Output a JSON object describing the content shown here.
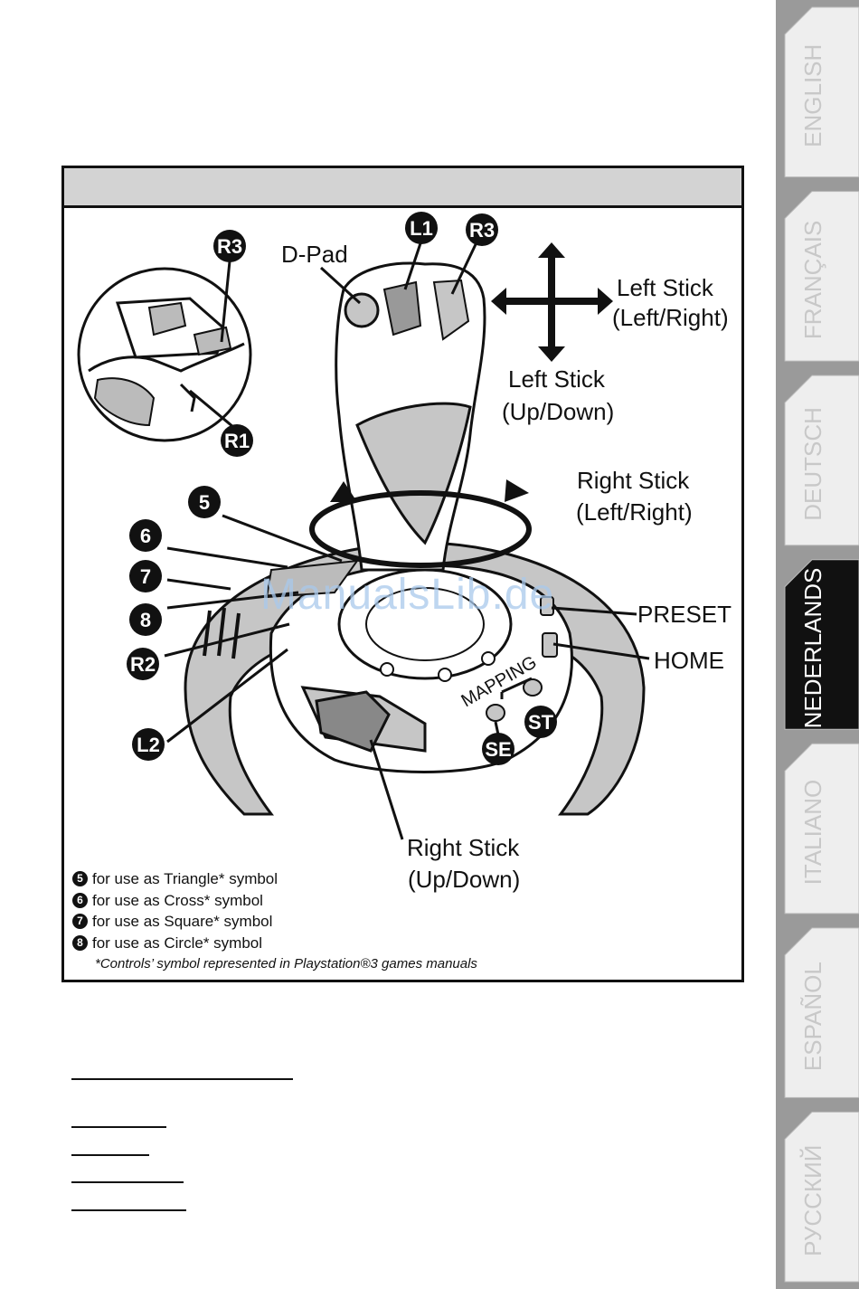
{
  "diagram": {
    "labels": {
      "dpad": "D-Pad",
      "left_stick_lr": [
        "Left Stick",
        "(Left/Right)"
      ],
      "left_stick_ud": [
        "Left Stick",
        "(Up/Down)"
      ],
      "right_stick_lr": [
        "Right Stick",
        "(Left/Right)"
      ],
      "right_stick_ud": [
        "Right Stick",
        "(Up/Down)"
      ],
      "preset": "PRESET",
      "home": "HOME",
      "mapping": "MAPPING"
    },
    "badges": {
      "r3_top": "R3",
      "l1": "L1",
      "r3_inset": "R3",
      "r1": "R1",
      "b5": "5",
      "b6": "6",
      "b7": "7",
      "b8": "8",
      "r2": "R2",
      "l2": "L2",
      "st": "ST",
      "se": "SE"
    }
  },
  "footnotes": [
    {
      "num": "5",
      "text": "for use as Triangle* symbol"
    },
    {
      "num": "6",
      "text": "for use as Cross* symbol"
    },
    {
      "num": "7",
      "text": "for use as Square* symbol"
    },
    {
      "num": "8",
      "text": "for use as Circle* symbol"
    }
  ],
  "footnote_note": "*Controls’ symbol represented in Playstation®3 games manuals",
  "watermark": "ManualsLib.de",
  "language_tabs": [
    "ENGLISH",
    "FRANÇAIS",
    "DEUTSCH",
    "NEDERLANDS",
    "ITALIANO",
    "ESPAÑOL",
    "РУССКИЙ"
  ],
  "active_tab": "NEDERLANDS"
}
